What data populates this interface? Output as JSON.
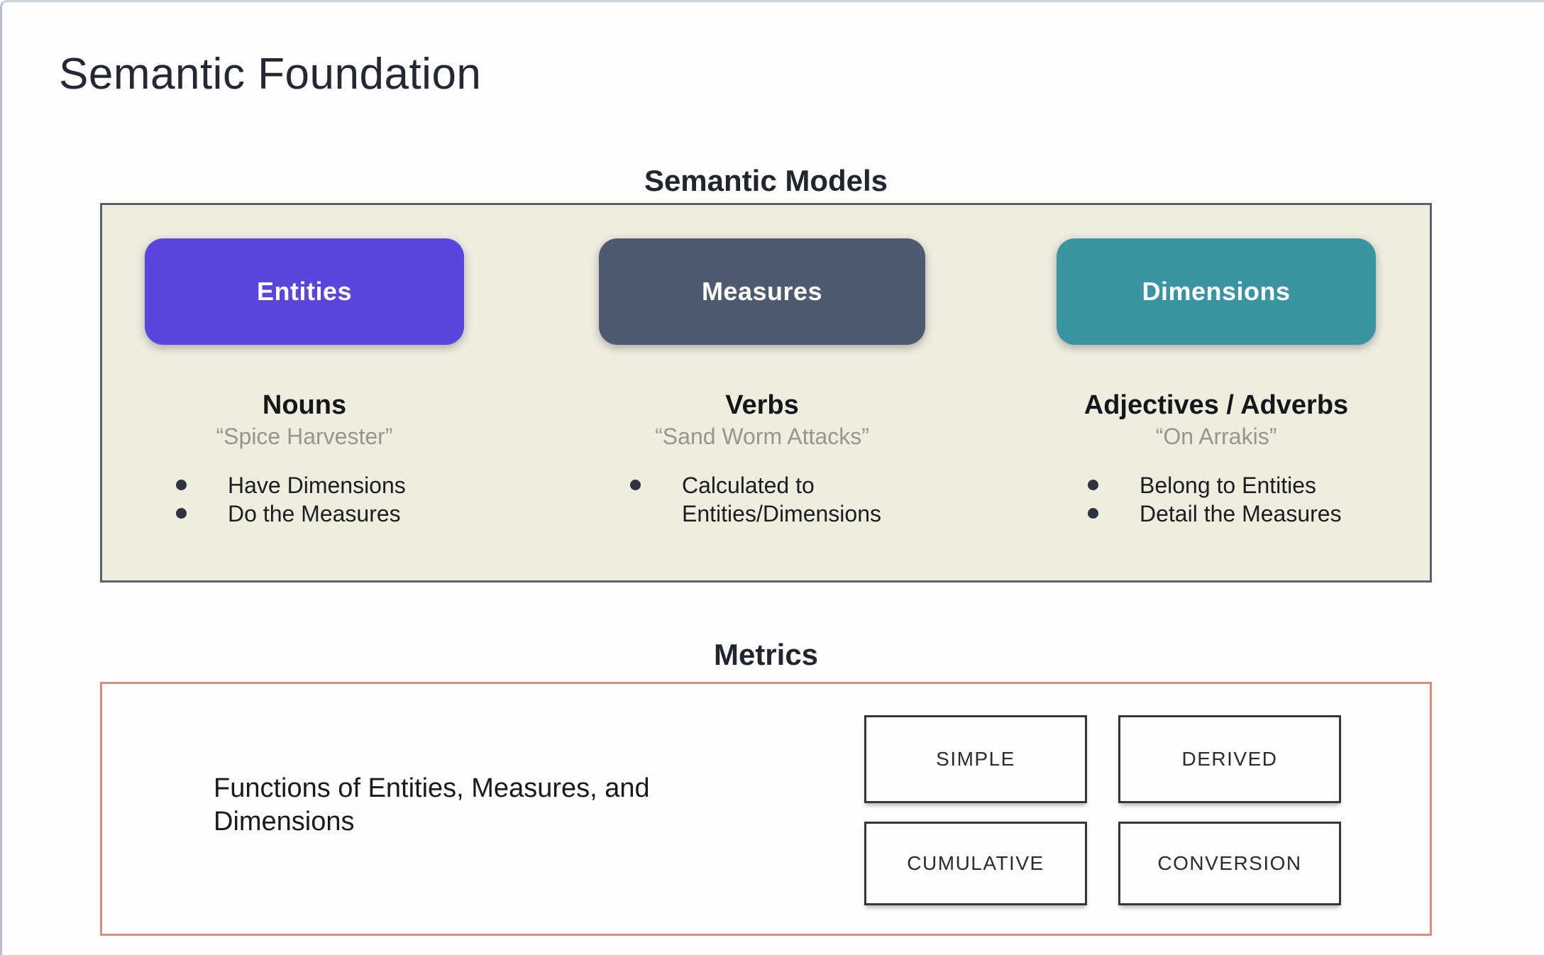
{
  "slide": {
    "title": "Semantic Foundation"
  },
  "semantic_models": {
    "heading": "Semantic Models",
    "panel_bg": "#efedde",
    "panel_border": "#5c6268",
    "columns": [
      {
        "button_label": "Entities",
        "button_color": "#5a46de",
        "term": "Nouns",
        "example_quote": "“Spice Harvester”",
        "bullets": [
          "Have Dimensions",
          "Do the Measures"
        ]
      },
      {
        "button_label": "Measures",
        "button_color": "#4e5b6e",
        "term": "Verbs",
        "example_quote": "“Sand Worm Attacks”",
        "bullets": [
          "Calculated to Entities/Dimensions"
        ]
      },
      {
        "button_label": "Dimensions",
        "button_color": "#3a94a2",
        "term": "Adjectives / Adverbs",
        "example_quote": "“On Arrakis”",
        "bullets": [
          "Belong to Entities",
          "Detail the Measures"
        ]
      }
    ]
  },
  "metrics": {
    "heading": "Metrics",
    "panel_border": "#da8e77",
    "description": "Functions of Entities, Measures, and Dimensions",
    "types": [
      "SIMPLE",
      "DERIVED",
      "CUMULATIVE",
      "CONVERSION"
    ]
  }
}
